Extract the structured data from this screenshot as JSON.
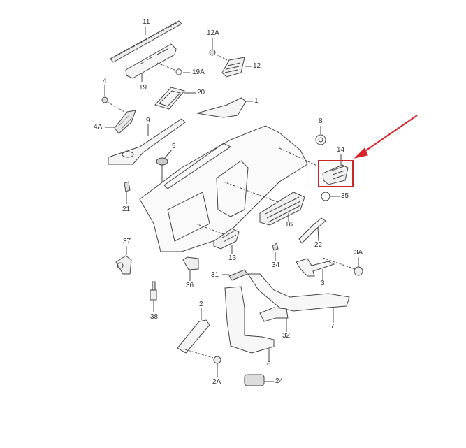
{
  "diagram": {
    "type": "exploded-parts-diagram",
    "subject": "dashboard / instrument panel air vents and ducts",
    "highlight": {
      "part": "14",
      "color": "#c8262b",
      "arrow_color": "#d8262b"
    },
    "labels": {
      "p11": "11",
      "p12A": "12A",
      "p12": "12",
      "p19A": "19A",
      "p19": "19",
      "p20": "20",
      "p4": "4",
      "p1": "1",
      "p4A": "4A",
      "p9": "9",
      "p8": "8",
      "p5": "5",
      "p14": "14",
      "p21": "21",
      "p35": "35",
      "p16": "16",
      "p22": "22",
      "p37": "37",
      "p13": "13",
      "p3A": "3A",
      "p34": "34",
      "p36": "36",
      "p31": "31",
      "p3": "3",
      "p38": "38",
      "p2": "2",
      "p7": "7",
      "p32": "32",
      "p6": "6",
      "p2A": "2A",
      "p24": "24"
    }
  }
}
